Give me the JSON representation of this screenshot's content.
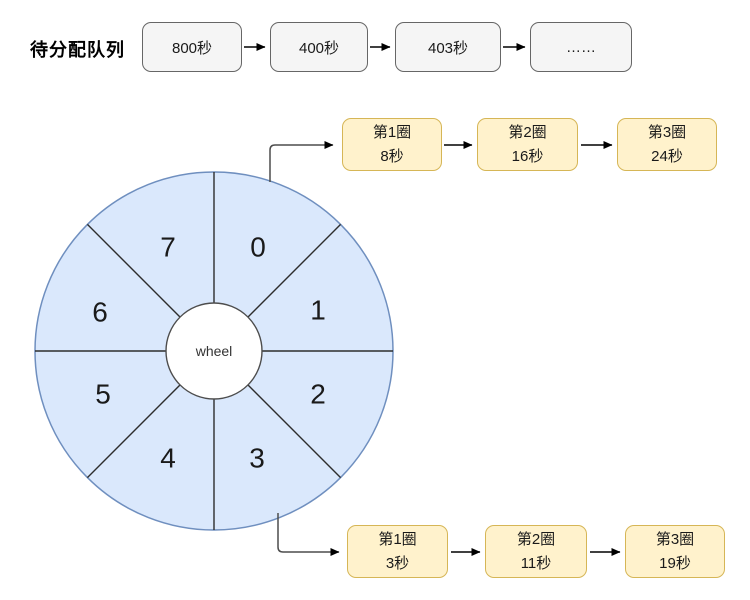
{
  "title": "待分配队列",
  "queue": {
    "items": [
      "800秒",
      "400秒",
      "403秒",
      "……"
    ]
  },
  "wheel": {
    "center_label": "wheel",
    "slots": [
      "0",
      "1",
      "2",
      "3",
      "4",
      "5",
      "6",
      "7"
    ]
  },
  "top_chain": {
    "items": [
      {
        "title": "第1圈",
        "value": "8秒"
      },
      {
        "title": "第2圈",
        "value": "16秒"
      },
      {
        "title": "第3圈",
        "value": "24秒"
      }
    ]
  },
  "bottom_chain": {
    "items": [
      {
        "title": "第1圈",
        "value": "3秒"
      },
      {
        "title": "第2圈",
        "value": "11秒"
      },
      {
        "title": "第3圈",
        "value": "19秒"
      }
    ]
  },
  "colors": {
    "queue_box_fill": "#f5f5f5",
    "queue_box_border": "#666666",
    "chain_box_fill": "#fff2cc",
    "chain_box_border": "#d6b656",
    "wheel_fill": "#dae8fc",
    "wheel_border": "#6f8fbf",
    "spoke_line": "#2d2d2d",
    "arrow": "#000000",
    "connector": "#4d4d4d"
  }
}
